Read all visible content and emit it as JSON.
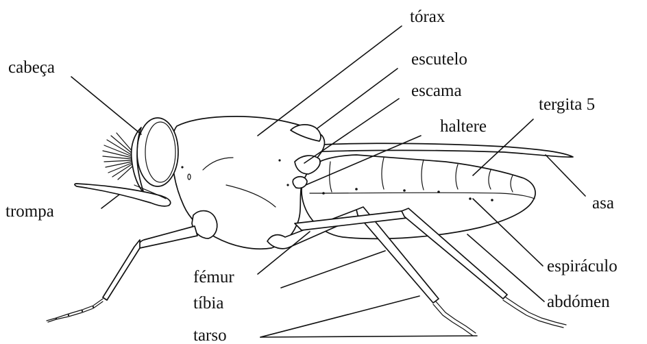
{
  "labels": {
    "torax": "tórax",
    "escutelo": "escutelo",
    "cabeca": "cabeça",
    "escama": "escama",
    "tergita": "tergita 5",
    "haltere": "haltere",
    "asa": "asa",
    "trompa": "trompa",
    "espiraculo": "espiráculo",
    "femur": "fémur",
    "abdomen": "abdómen",
    "tibia": "tíbia",
    "tarso": "tarso"
  }
}
